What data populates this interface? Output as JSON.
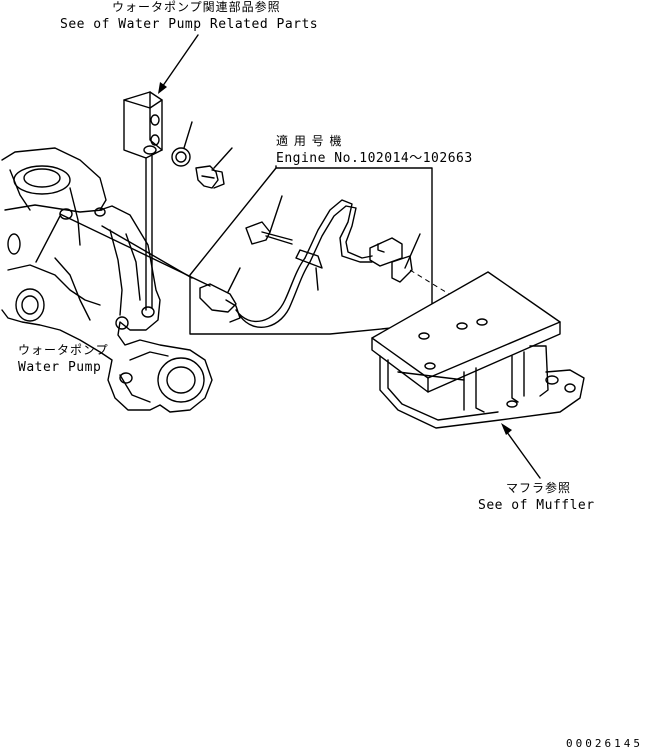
{
  "callouts": {
    "water_pump_related": {
      "jp": "ウォータポンプ関連部品参照",
      "en": "See of Water Pump Related Parts"
    },
    "engine_applicability": {
      "jp": "適 用 号 機",
      "en": "Engine No.102014～102663"
    },
    "water_pump": {
      "jp": "ウォータポンプ",
      "en": "Water Pump"
    },
    "muffler": {
      "jp": "マフラ参照",
      "en": "See of Muffler"
    }
  },
  "drawing_code": "00026145"
}
